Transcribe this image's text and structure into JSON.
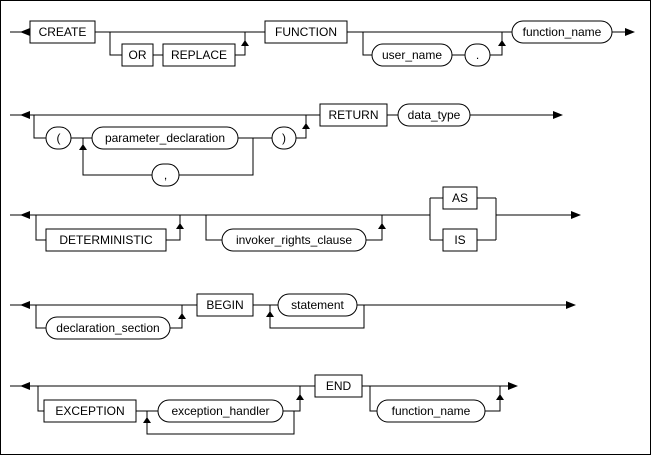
{
  "diagram": {
    "row1": {
      "create": "CREATE",
      "or": "OR",
      "replace": "REPLACE",
      "function": "FUNCTION",
      "user_name": "user_name",
      "dot": ".",
      "function_name": "function_name"
    },
    "row2": {
      "lparen": "(",
      "parameter_declaration": "parameter_declaration",
      "comma": ",",
      "rparen": ")",
      "return": "RETURN",
      "data_type": "data_type"
    },
    "row3": {
      "deterministic": "DETERMINISTIC",
      "invoker_rights_clause": "invoker_rights_clause",
      "as": "AS",
      "is": "IS"
    },
    "row4": {
      "declaration_section": "declaration_section",
      "begin": "BEGIN",
      "statement": "statement"
    },
    "row5": {
      "exception": "EXCEPTION",
      "exception_handler": "exception_handler",
      "end": "END",
      "function_name": "function_name"
    }
  }
}
